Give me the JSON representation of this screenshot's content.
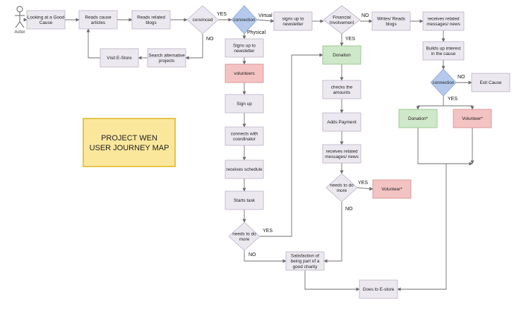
{
  "actor": {
    "label": "Actor"
  },
  "title": {
    "line1": "PROJECT WEN",
    "line2": "USER JOURNEY MAP"
  },
  "nodes": {
    "good_cause": [
      "Looking at a Good",
      "Cause"
    ],
    "reads_articles": [
      "Reads cause",
      "articles"
    ],
    "reads_blogs": [
      "Reads related",
      "blogs"
    ],
    "convinced": [
      "convinced"
    ],
    "connection1": [
      "connection"
    ],
    "signs_newsletter_top": [
      "signs up to",
      "newsletter"
    ],
    "financial": [
      "Financial",
      "Involvement"
    ],
    "writes_blogs": [
      "Writes/ Reads",
      "blogs"
    ],
    "receives_top": [
      "receives related",
      "messages/ news"
    ],
    "visit_estore": [
      "Visit E-Store"
    ],
    "search_alt": [
      "Search alternative",
      "projects"
    ],
    "signs_newsletter_left": [
      "Signs up to",
      "newsletter"
    ],
    "volunteers": [
      "volunteers"
    ],
    "sign_up": [
      "Sign up"
    ],
    "connects_coord": [
      "connects with",
      "coordinator"
    ],
    "receives_schedule": [
      "receives schedule"
    ],
    "starts_task": [
      "Starts task"
    ],
    "needs_more_left": [
      "needs to do",
      "more"
    ],
    "donation_mid": [
      "Donation"
    ],
    "checks_amounts": [
      "checks the",
      "amounts"
    ],
    "adds_payment": [
      "Adds Payment"
    ],
    "receives_mid": [
      "receives related",
      "messages/ news"
    ],
    "needs_more_mid": [
      "needs to do",
      "more"
    ],
    "volunteer_mid": [
      "Volunteer*"
    ],
    "satisfaction": [
      "Satisfaction of",
      "being part of a",
      "good charity"
    ],
    "goes_estore": [
      "Goes to E-store"
    ],
    "builds_interest": [
      "Builds up interest",
      "in the cause"
    ],
    "connection2": [
      "connection"
    ],
    "exit_cause": [
      "Exit Cause"
    ],
    "donation_right": [
      "Donation*"
    ],
    "volunteer_right": [
      "Volunteer*"
    ]
  },
  "edge_labels": {
    "yes_convinced": "YES",
    "no_convinced": "NO",
    "virtual": "Virtual",
    "physical": "Physical",
    "no_financial": "NO",
    "yes_financial": "YES",
    "no_connection2": "NO",
    "yes_connection2": "YES",
    "yes_needs_mid": "YES",
    "no_needs_mid": "NO",
    "yes_needs_left": "YES",
    "no_needs_left": "NO"
  },
  "colors": {
    "process_fill": "#ece8f0",
    "process_stroke": "#b9b2c4",
    "decision_fill": "#ece8f0",
    "connection_fill": "#b5c9ec",
    "green_fill": "#cfe8c9",
    "green_stroke": "#8cbf84",
    "red_fill": "#f3c3c3",
    "red_stroke": "#d68a8a",
    "title_fill": "#fbe79c",
    "title_stroke": "#e6c44a",
    "edge": "#6e6e6e"
  }
}
